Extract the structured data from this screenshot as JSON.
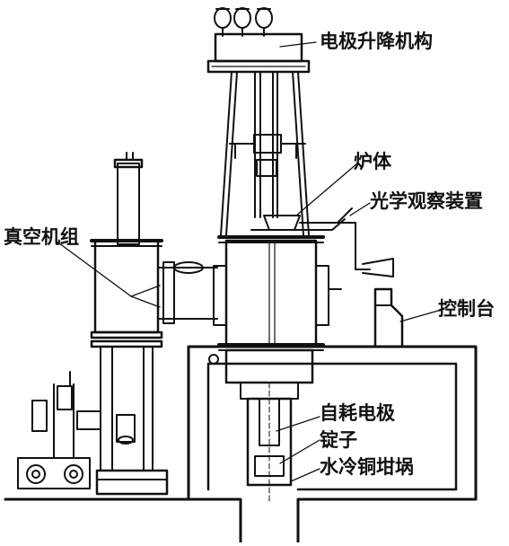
{
  "diagram": {
    "labels": {
      "electrode_lift": "电极升降机构",
      "furnace_body": "炉体",
      "optical_observation": "光学观察装置",
      "vacuum_unit": "真空机组",
      "control_console": "控制台",
      "consumable_electrode": "自耗电极",
      "ingot": "锭子",
      "water_cooled_crucible": "水冷铜坩埚"
    },
    "colors": {
      "line": "#111111",
      "background": "#ffffff"
    }
  }
}
